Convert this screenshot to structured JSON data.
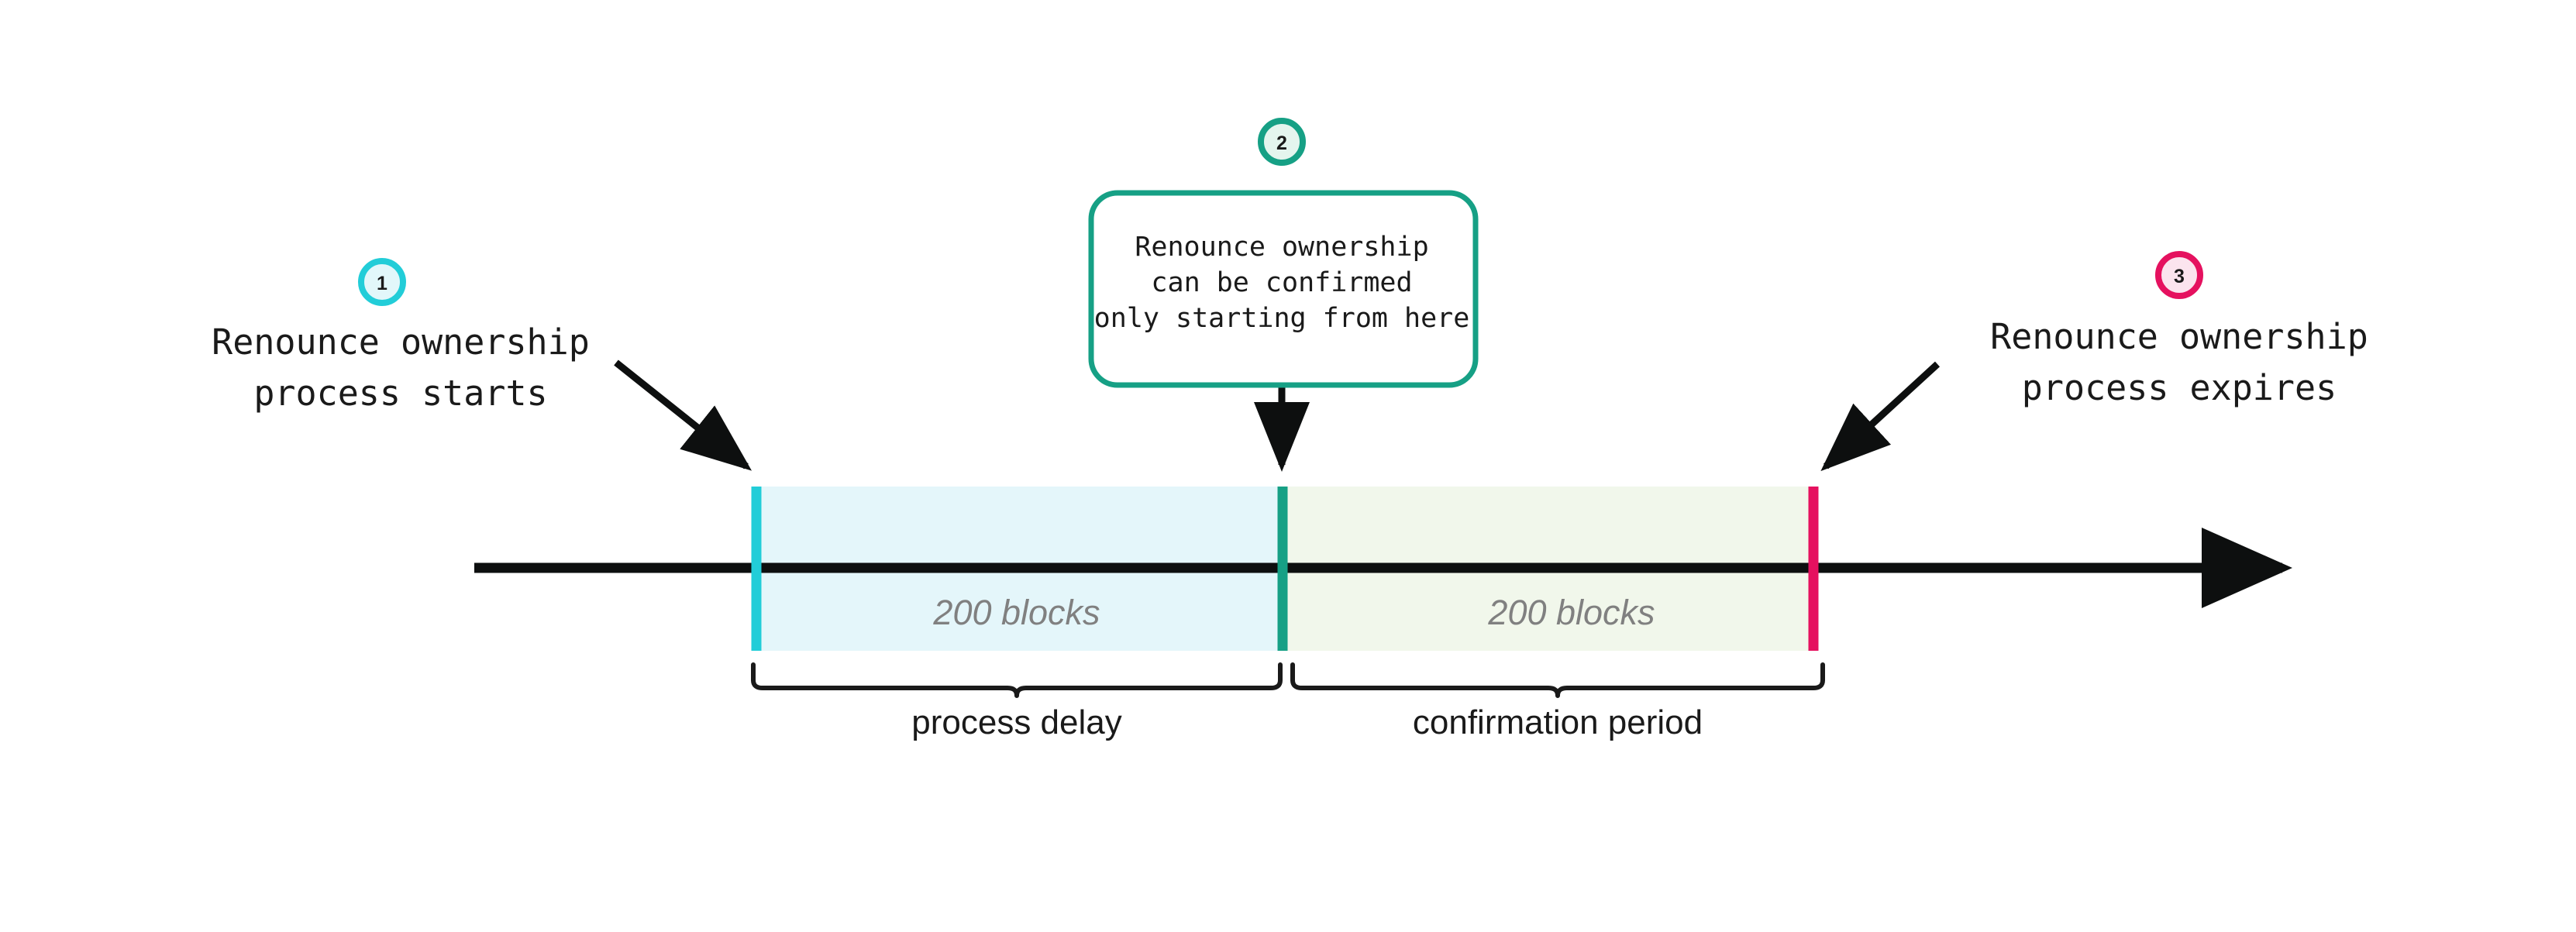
{
  "diagram": {
    "title": "Renounce ownership process timeline",
    "background": "#ffffff",
    "axis_color": "#0d0f0f"
  },
  "colors": {
    "marker_start": "#22CDD8",
    "marker_start_fill": "#E2F7FA",
    "marker_mid": "#16A085",
    "marker_mid_fill": "#E4F5EE",
    "marker_end": "#E5115F",
    "marker_end_fill": "#FBE4EE",
    "band_delay_fill": "#E4F6FA",
    "band_confirm_fill": "#F1F7EB",
    "blocks_label": "#808080",
    "text": "#1a1a1a",
    "axis": "#0d0f0f"
  },
  "markers": [
    {
      "id": 1,
      "badge": "1",
      "badge_color": "#22CDD8",
      "badge_fill": "#E2F7FA",
      "line_color": "#22CDD8",
      "label_lines": [
        "Renounce ownership",
        "process starts"
      ],
      "label_style": "mono"
    },
    {
      "id": 2,
      "badge": "2",
      "badge_color": "#16A085",
      "badge_fill": "#E4F5EE",
      "line_color": "#16A085",
      "label_lines": [
        "Renounce ownership",
        "can be confirmed",
        "only starting from here"
      ],
      "label_style": "mono",
      "callout_box": true
    },
    {
      "id": 3,
      "badge": "3",
      "badge_color": "#E5115F",
      "badge_fill": "#FBE4EE",
      "line_color": "#E5115F",
      "label_lines": [
        "Renounce ownership",
        "process expires"
      ],
      "label_style": "mono"
    }
  ],
  "bands": [
    {
      "name": "process-delay",
      "blocks_label": "200 blocks",
      "brace_label": "process delay",
      "fill": "#E4F6FA"
    },
    {
      "name": "confirmation-period",
      "blocks_label": "200 blocks",
      "brace_label": "confirmation period",
      "fill": "#F1F7EB"
    }
  ]
}
